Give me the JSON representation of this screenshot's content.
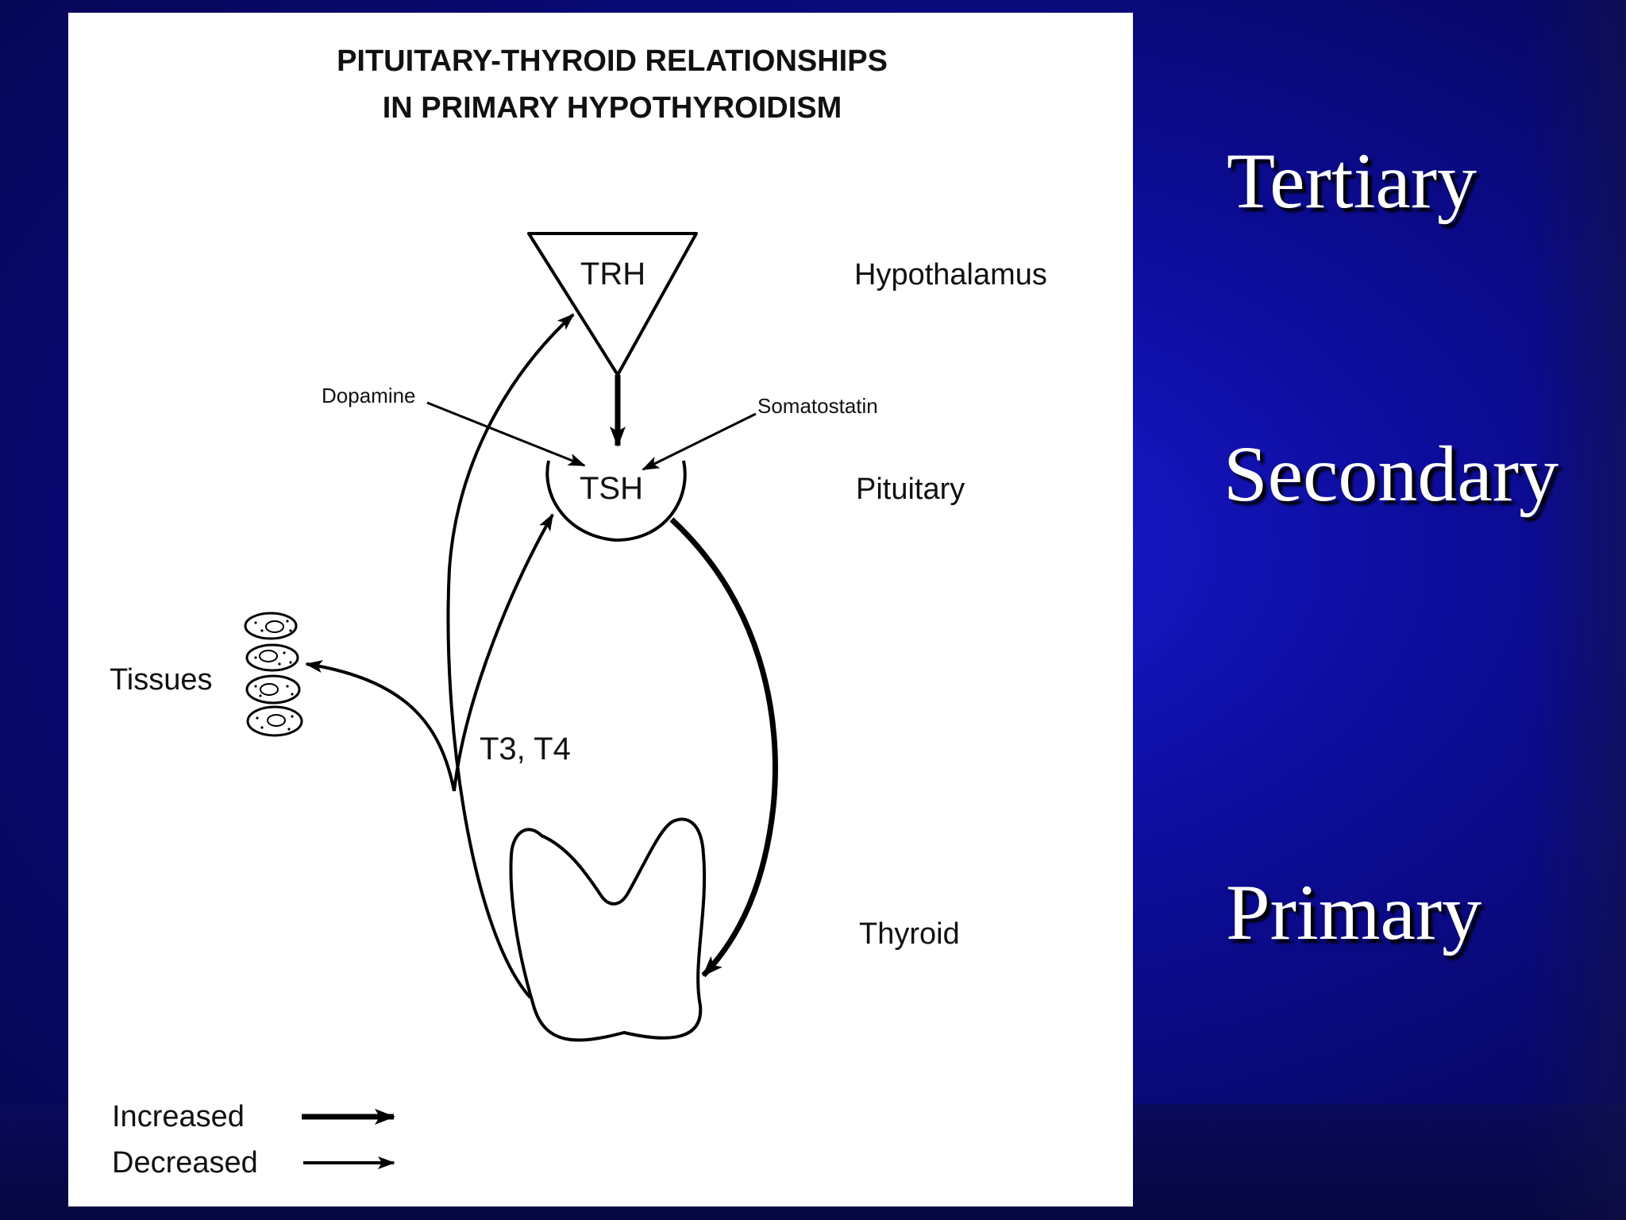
{
  "slide": {
    "title_line1": "PITUITARY-THYROID RELATIONSHIPS",
    "title_line2": "IN PRIMARY HYPOTHYROIDISM",
    "labels": {
      "trh": "TRH",
      "tsh": "TSH",
      "hypothalamus": "Hypothalamus",
      "pituitary": "Pituitary",
      "thyroid": "Thyroid",
      "dopamine": "Dopamine",
      "somatostatin": "Somatostatin",
      "tissues": "Tissues",
      "t3t4": "T3, T4"
    },
    "legend": {
      "increased": "Increased",
      "decreased": "Decreased"
    },
    "levels": {
      "tertiary": "Tertiary",
      "secondary": "Secondary",
      "primary": "Primary"
    }
  }
}
